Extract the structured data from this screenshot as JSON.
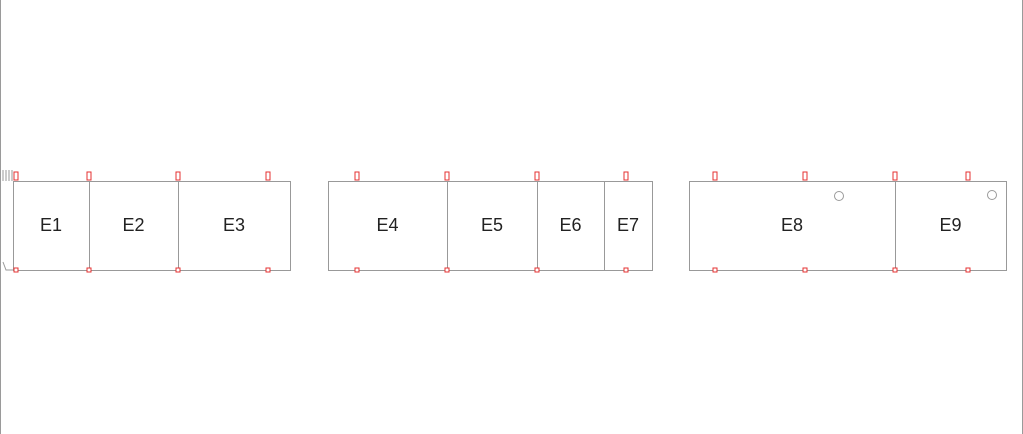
{
  "diagram": {
    "stroke_color": "#999999",
    "marker_color": "#e53030",
    "groups": [
      {
        "id": "group-1",
        "cells": [
          "E1",
          "E2",
          "E3"
        ]
      },
      {
        "id": "group-2",
        "cells": [
          "E4",
          "E5",
          "E6",
          "E7"
        ]
      },
      {
        "id": "group-3",
        "cells": [
          "E8",
          "E9"
        ]
      }
    ],
    "holes": [
      {
        "cell": "E8",
        "icon": "circle-hole-icon"
      },
      {
        "cell": "E9",
        "icon": "circle-hole-icon"
      }
    ]
  }
}
